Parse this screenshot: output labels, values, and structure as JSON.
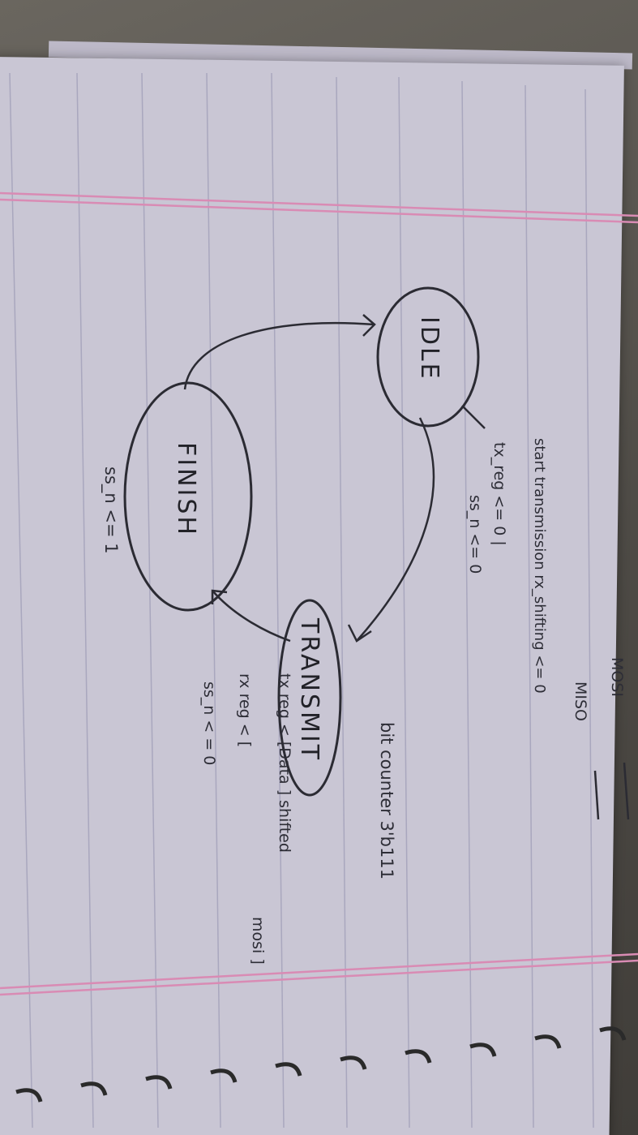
{
  "states": {
    "idle": "IDLE",
    "transmit": "TRANSMIT",
    "finish": "FINISH"
  },
  "notes": {
    "top_right": "MOSI",
    "miso": "MISO",
    "start_line1": "start transmission rx_shifting <= 0",
    "start_line2": "tx_reg <= 0 |",
    "start_line3": "ss_n <= 0",
    "bit_counter": "bit counter 3'b111",
    "tx_line1": "tx reg < [Data ] shifted",
    "tx_line2": "rx reg < [",
    "tx_line2b": "mosi ]",
    "tx_line3": "ss_n < = 0",
    "finish_note": "ss_n <= 1"
  },
  "colors": {
    "paper": "#c9c6d4",
    "ink": "#2b2b33",
    "margin_line": "#d98bb4",
    "rule_line": "#a9a7be"
  }
}
